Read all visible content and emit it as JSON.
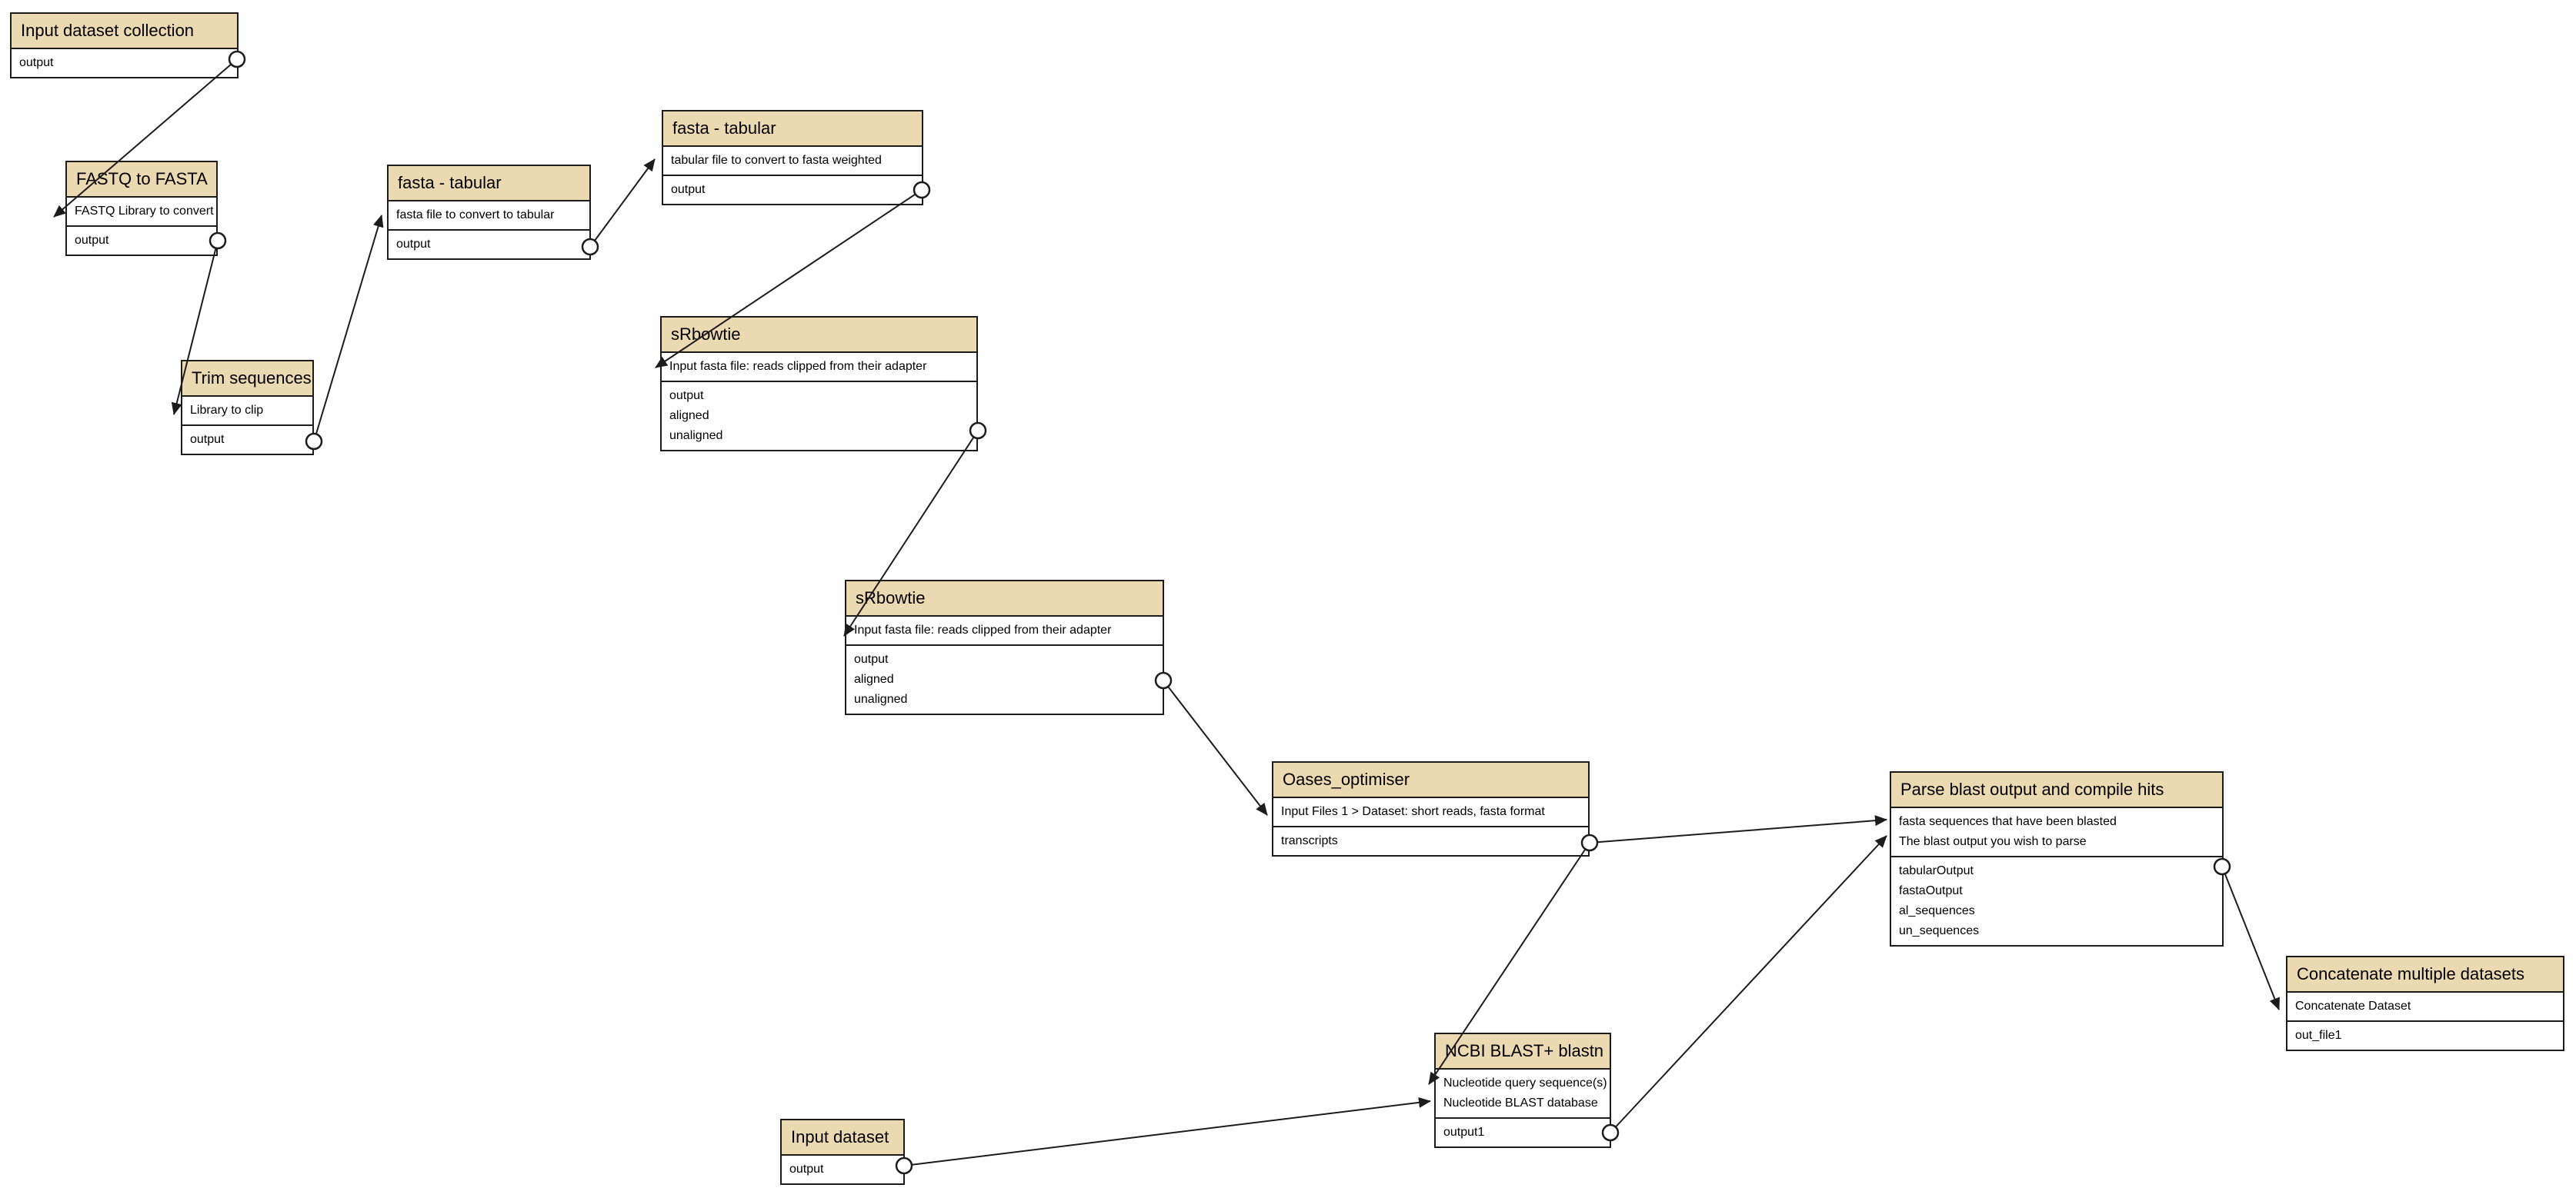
{
  "workflow": {
    "colors": {
      "canvas_background": "#ffffff",
      "node_header_fill": "#ebd9b2",
      "node_border": "#1c1c1c",
      "connector": "#1c1c1c"
    },
    "nodes": [
      {
        "title": "Input dataset collection",
        "inputs": [],
        "outputs": [
          "output"
        ]
      },
      {
        "title": "FASTQ to FASTA",
        "inputs": [
          "FASTQ Library to convert"
        ],
        "outputs": [
          "output"
        ]
      },
      {
        "title": "Trim sequences",
        "inputs": [
          "Library to clip"
        ],
        "outputs": [
          "output"
        ]
      },
      {
        "title": "fasta - tabular",
        "inputs": [
          "fasta file to convert to tabular"
        ],
        "outputs": [
          "output"
        ]
      },
      {
        "title": "fasta - tabular",
        "inputs": [
          "tabular file to convert to fasta weighted"
        ],
        "outputs": [
          "output"
        ]
      },
      {
        "title": "sRbowtie",
        "inputs": [
          "Input fasta file: reads clipped from their adapter"
        ],
        "outputs": [
          "output",
          "aligned",
          "unaligned"
        ]
      },
      {
        "title": "sRbowtie",
        "inputs": [
          "Input fasta file: reads clipped from their adapter"
        ],
        "outputs": [
          "output",
          "aligned",
          "unaligned"
        ]
      },
      {
        "title": "Oases_optimiser",
        "inputs": [
          "Input Files 1 > Dataset: short reads, fasta format"
        ],
        "outputs": [
          "transcripts"
        ]
      },
      {
        "title": "NCBI BLAST+ blastn",
        "inputs": [
          "Nucleotide query sequence(s)",
          "Nucleotide BLAST database"
        ],
        "outputs": [
          "output1"
        ]
      },
      {
        "title": "Parse blast output and compile hits",
        "inputs": [
          "fasta sequences that have been blasted",
          "The blast output you wish to parse"
        ],
        "outputs": [
          "tabularOutput",
          "fastaOutput",
          "al_sequences",
          "un_sequences"
        ]
      },
      {
        "title": "Concatenate multiple datasets",
        "inputs": [
          "Concatenate Dataset"
        ],
        "outputs": [
          "out_file1"
        ]
      },
      {
        "title": "Input dataset",
        "inputs": [],
        "outputs": [
          "output"
        ]
      }
    ],
    "connections": [
      {
        "from_node": "Input dataset collection",
        "from_output": "output",
        "to_node": "FASTQ to FASTA",
        "to_input": "FASTQ Library to convert"
      },
      {
        "from_node": "FASTQ to FASTA",
        "from_output": "output",
        "to_node": "Trim sequences",
        "to_input": "Library to clip"
      },
      {
        "from_node": "Trim sequences",
        "from_output": "output",
        "to_node": "fasta - tabular",
        "to_input": "fasta file to convert to tabular"
      },
      {
        "from_node": "fasta - tabular",
        "from_output": "output",
        "to_node": "fasta - tabular",
        "to_input": "tabular file to convert to fasta weighted"
      },
      {
        "from_node": "fasta - tabular",
        "from_output": "output",
        "to_node": "sRbowtie",
        "to_input": "Input fasta file: reads clipped from their adapter"
      },
      {
        "from_node": "sRbowtie",
        "from_output": "unaligned",
        "to_node": "sRbowtie",
        "to_input": "Input fasta file: reads clipped from their adapter"
      },
      {
        "from_node": "sRbowtie",
        "from_output": "aligned",
        "to_node": "Oases_optimiser",
        "to_input": "Input Files 1 > Dataset: short reads, fasta format"
      },
      {
        "from_node": "Oases_optimiser",
        "from_output": "transcripts",
        "to_node": "Parse blast output and compile hits",
        "to_input": "fasta sequences that have been blasted"
      },
      {
        "from_node": "Oases_optimiser",
        "from_output": "transcripts",
        "to_node": "NCBI BLAST+ blastn",
        "to_input": "Nucleotide query sequence(s)"
      },
      {
        "from_node": "NCBI BLAST+ blastn",
        "from_output": "output1",
        "to_node": "Parse blast output and compile hits",
        "to_input": "The blast output you wish to parse"
      },
      {
        "from_node": "Input dataset",
        "from_output": "output",
        "to_node": "NCBI BLAST+ blastn",
        "to_input": "Nucleotide BLAST database"
      },
      {
        "from_node": "Parse blast output and compile hits",
        "from_output": "tabularOutput",
        "to_node": "Concatenate multiple datasets",
        "to_input": "Concatenate Dataset"
      }
    ]
  }
}
